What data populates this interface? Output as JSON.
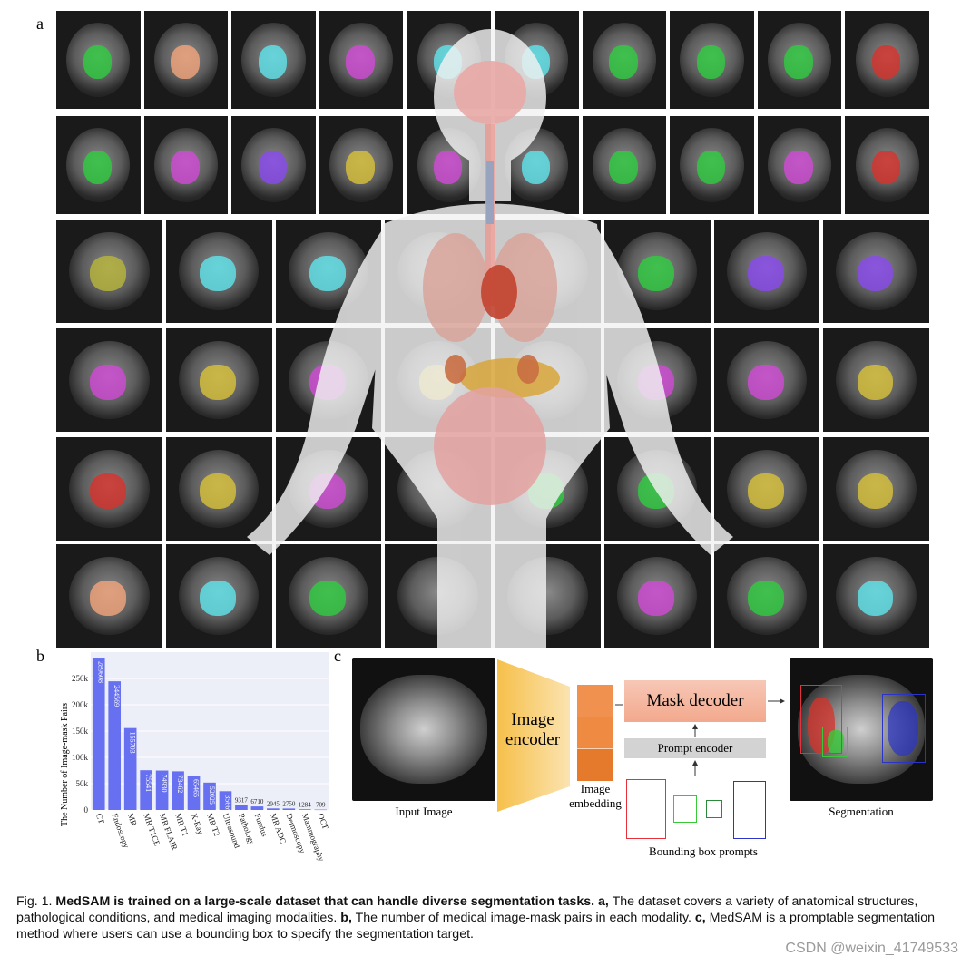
{
  "panel_letters": {
    "a": "a",
    "b": "b",
    "c": "c"
  },
  "mosaic": {
    "colors": {
      "green": "#2ecc40",
      "magenta": "#d24ad6",
      "cyan": "#5fe6ee",
      "yellow": "#d8c23a",
      "red": "#d8322a",
      "blue": "#1c2cc9",
      "purple": "#8a4af0",
      "peach": "#f2a57c",
      "olive": "#b9b63a"
    }
  },
  "chart_data": {
    "type": "bar",
    "ylabel": "The Number of Image-mask Pairs",
    "ylim": [
      0,
      300000
    ],
    "yticks": [
      "0",
      "50k",
      "100k",
      "150k",
      "200k",
      "250k"
    ],
    "ytick_values": [
      0,
      50000,
      100000,
      150000,
      200000,
      250000
    ],
    "categories": [
      "CT",
      "Endoscopy",
      "MR",
      "MR T1CE",
      "MR FLAIR",
      "MR T1",
      "X-Ray",
      "MR T2",
      "Ultrasound",
      "Pathology",
      "Fundus",
      "MR ADC",
      "Dermoscopy",
      "Mammography",
      "OCT"
    ],
    "values": [
      289608,
      244569,
      155703,
      75541,
      74930,
      73462,
      65465,
      52025,
      35669,
      9317,
      6710,
      2945,
      2750,
      1284,
      709
    ],
    "labels_inside": [
      true,
      true,
      true,
      true,
      true,
      true,
      true,
      true,
      true,
      false,
      false,
      false,
      false,
      false,
      false
    ],
    "colors": {
      "bar": "#6670f0",
      "background": "#eceef8",
      "grid": "#ffffff"
    },
    "grid": true
  },
  "panel_c": {
    "input_caption": "Input Image",
    "encoder_label": "Image encoder",
    "embedding_caption": "Image embedding",
    "mask_decoder_label": "Mask decoder",
    "prompt_encoder_label": "Prompt encoder",
    "bbox_caption": "Bounding box prompts",
    "segmentation_caption": "Segmentation",
    "colors": {
      "encoder": "#f6c04a",
      "embedding": "#e8823a",
      "decoder": "#f2a98d",
      "prompt": "#d3d3d3"
    }
  },
  "caption": {
    "fig_label": "Fig. 1.",
    "bold_title": "MedSAM is trained on a large-scale dataset that can handle diverse segmentation tasks.",
    "a_label": "a,",
    "a_text": "The dataset covers a variety of anatomical structures, pathological conditions, and medical imaging modalities.",
    "b_label": "b,",
    "b_text": "The number of medical image-mask pairs in each modality.",
    "c_label": "c,",
    "c_text": "MedSAM is a promptable segmentation method where users can use a bounding box to specify the segmentation target."
  },
  "watermark": "CSDN @weixin_41749533"
}
